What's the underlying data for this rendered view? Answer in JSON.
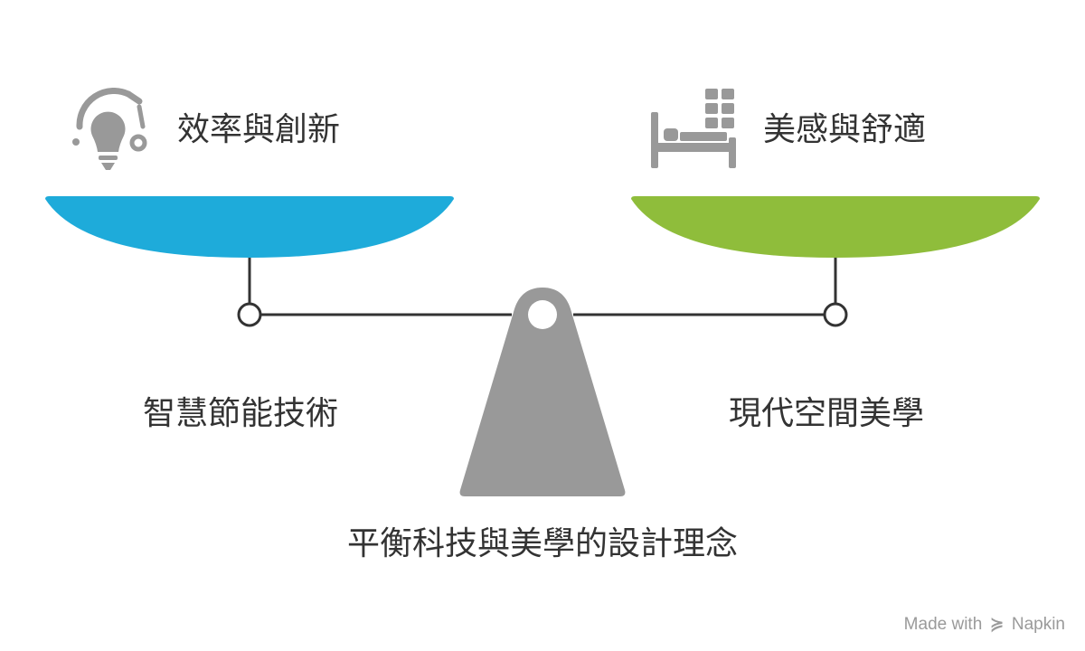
{
  "left": {
    "title": "效率與創新",
    "subtitle": "智慧節能技術",
    "icon": "lightbulb-innovation-icon",
    "color": "#1eabda"
  },
  "right": {
    "title": "美感與舒適",
    "subtitle": "現代空間美學",
    "icon": "bed-grid-icon",
    "color": "#8fbd3b"
  },
  "caption": "平衡科技與美學的設計理念",
  "fulcrum_color": "#999999",
  "beam_color": "#333333",
  "watermark": {
    "prefix": "Made with",
    "brand": "Napkin"
  }
}
